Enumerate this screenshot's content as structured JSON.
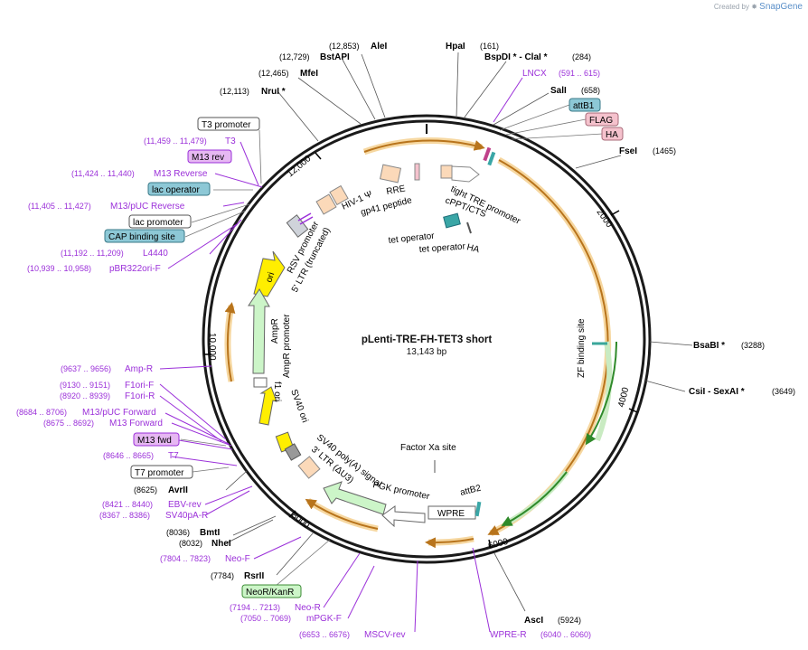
{
  "credit": {
    "text": "Created by",
    "brand": "SnapGene"
  },
  "plasmid": {
    "name": "pLenti-TRE-FH-TET3 short",
    "length_label": "13,143 bp",
    "length": 13143,
    "ticks": [
      "2000",
      "4000",
      "6000",
      "8000",
      "10,000",
      "12,000"
    ]
  },
  "colors": {
    "backbone": "#1a1a1a",
    "primer": "#9b30d9",
    "enzyme": "#000000",
    "orange_feature": "#e7a33b",
    "green_feature": "#5ab44a",
    "promoter_fill": "#ffffff",
    "ori_fill": "#ffee00",
    "ampr_fill": "#ccf5c8",
    "misc_fill": "#fbd9b9",
    "protein_bind": "#8dc8d6",
    "tag": "#f5c2cd",
    "primer_box": "#e6b8f2"
  },
  "enzymes": [
    {
      "name": "AleI",
      "pos": "(12,853)"
    },
    {
      "name": "BstAPI",
      "pos": "(12,729)"
    },
    {
      "name": "MfeI",
      "pos": "(12,465)"
    },
    {
      "name": "NruI *",
      "pos": "(12,113)"
    },
    {
      "name": "HpaI",
      "pos": "(161)"
    },
    {
      "name": "BspDI * - ClaI *",
      "pos": "(284)"
    },
    {
      "name": "SalI",
      "pos": "(658)"
    },
    {
      "name": "FseI",
      "pos": "(1465)"
    },
    {
      "name": "BsaBI *",
      "pos": "(3288)"
    },
    {
      "name": "CsiI - SexAI *",
      "pos": "(3649)"
    },
    {
      "name": "AscI",
      "pos": "(5924)"
    },
    {
      "name": "AvrII",
      "pos": "(8625)"
    },
    {
      "name": "BmtI",
      "pos": "(8036)"
    },
    {
      "name": "NheI",
      "pos": "(8032)"
    },
    {
      "name": "RsrII",
      "pos": "(7784)"
    }
  ],
  "primers": [
    {
      "name": "LNCX",
      "range": "(591 .. 615)"
    },
    {
      "name": "T3",
      "range": "(11,459 .. 11,479)"
    },
    {
      "name": "M13 Reverse",
      "range": "(11,424 .. 11,440)"
    },
    {
      "name": "M13/pUC Reverse",
      "range": "(11,405 .. 11,427)"
    },
    {
      "name": "L4440",
      "range": "(11,192 .. 11,209)"
    },
    {
      "name": "pBR322ori-F",
      "range": "(10,939 .. 10,958)"
    },
    {
      "name": "Amp-R",
      "range": "(9637 .. 9656)"
    },
    {
      "name": "F1ori-F",
      "range": "(9130 .. 9151)"
    },
    {
      "name": "F1ori-R",
      "range": "(8920 .. 8939)"
    },
    {
      "name": "M13/pUC Forward",
      "range": "(8684 .. 8706)"
    },
    {
      "name": "M13 Forward",
      "range": "(8675 .. 8692)"
    },
    {
      "name": "T7",
      "range": "(8646 .. 8665)"
    },
    {
      "name": "EBV-rev",
      "range": "(8421 .. 8440)"
    },
    {
      "name": "SV40pA-R",
      "range": "(8367 .. 8386)"
    },
    {
      "name": "Neo-F",
      "range": "(7804 .. 7823)"
    },
    {
      "name": "Neo-R",
      "range": "(7194 .. 7213)"
    },
    {
      "name": "mPGK-F",
      "range": "(7050 .. 7069)"
    },
    {
      "name": "MSCV-rev",
      "range": "(6653 .. 6676)"
    },
    {
      "name": "WPRE-R",
      "range": "(6040 .. 6060)"
    }
  ],
  "boxed_labels": {
    "t3_promoter": "T3 promoter",
    "m13_rev": "M13 rev",
    "lac_operator": "lac operator",
    "lac_promoter": "lac promoter",
    "cap_site": "CAP binding site",
    "m13_fwd": "M13 fwd",
    "t7_promoter": "T7 promoter",
    "neor": "NeoR/KanR",
    "attb1": "attB1",
    "flag": "FLAG",
    "ha": "HA"
  },
  "features": {
    "hiv_psi": "HIV-1 Ψ",
    "rre": "RRE",
    "gp41": "gp41 peptide",
    "tight_tre": "tight TRE promoter",
    "cppt": "cPPT/CTS",
    "tet_op1": "tet operator",
    "tet_op2": "tet operator",
    "ha_inner": "HA",
    "rsv": "RSV promoter",
    "ltr5": "5' LTR (truncated)",
    "ori": "ori",
    "ampr": "AmpR",
    "ampr_promoter": "AmpR promoter",
    "f1": "f1 ori",
    "sv40_ori": "SV40 ori",
    "sv40_pa": "SV40 poly(A) signal",
    "ltr3": "3' LTR (ΔU3)",
    "pgk": "PGK promoter",
    "factor_xa": "Factor Xa site",
    "wpre": "WPRE",
    "attb2": "attB2",
    "zf": "ZF binding site"
  }
}
